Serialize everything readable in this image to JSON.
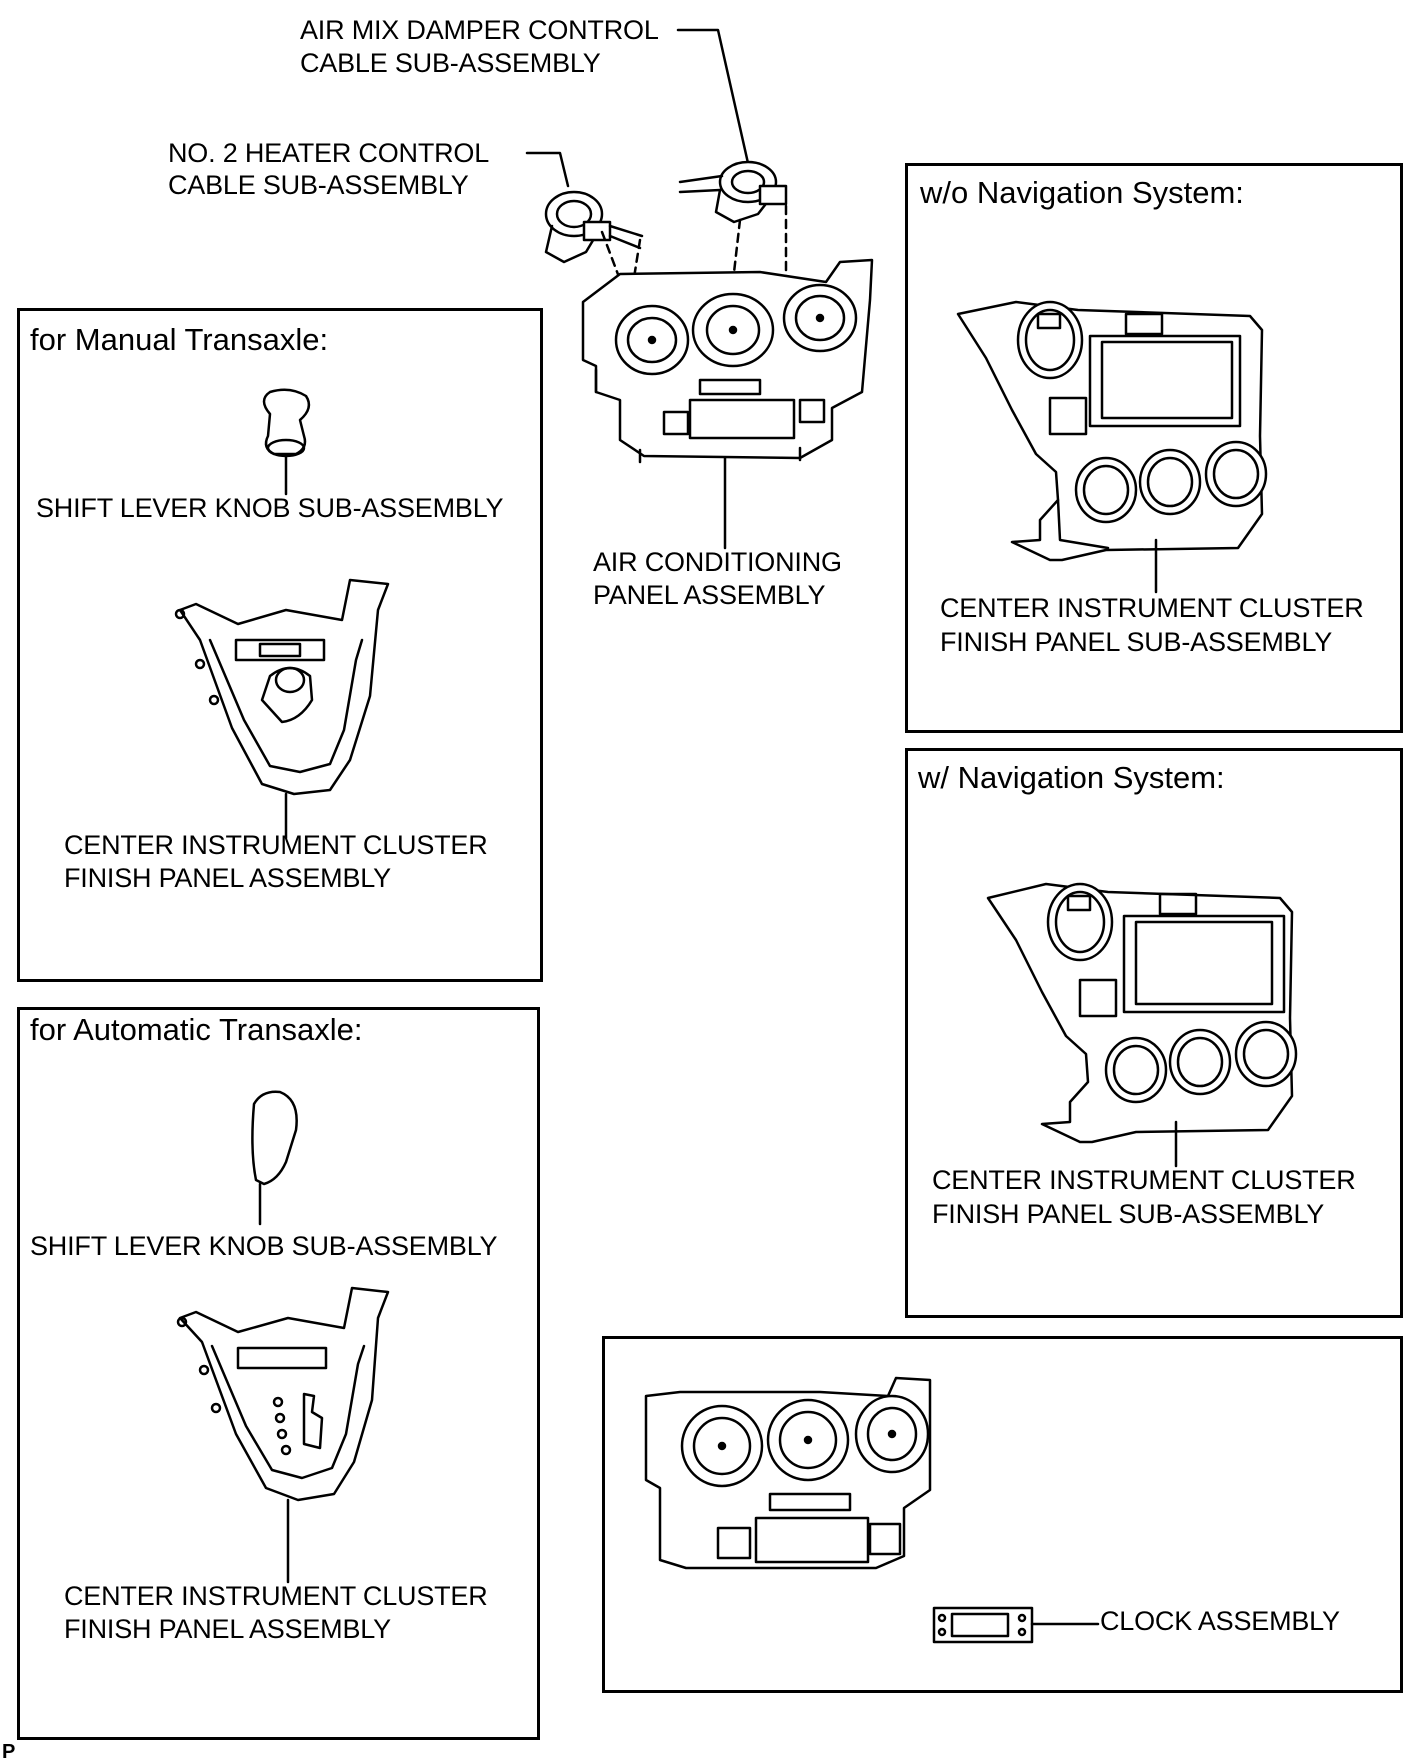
{
  "callouts": {
    "air_mix_line1": "AIR MIX DAMPER CONTROL",
    "air_mix_line2": "CABLE SUB-ASSEMBLY",
    "heater_line1": "NO. 2 HEATER CONTROL",
    "heater_line2": "CABLE SUB-ASSEMBLY",
    "ac_line1": "AIR CONDITIONING",
    "ac_line2": "PANEL ASSEMBLY"
  },
  "manual_box": {
    "title": "for Manual Transaxle:",
    "knob_label": "SHIFT LEVER KNOB SUB-ASSEMBLY",
    "panel_line1": "CENTER INSTRUMENT CLUSTER",
    "panel_line2": "FINISH PANEL ASSEMBLY"
  },
  "automatic_box": {
    "title": "for Automatic Transaxle:",
    "knob_label": "SHIFT LEVER KNOB SUB-ASSEMBLY",
    "panel_line1": "CENTER INSTRUMENT CLUSTER",
    "panel_line2": "FINISH PANEL ASSEMBLY"
  },
  "wo_nav_box": {
    "title": "w/o Navigation System:",
    "panel_line1": "CENTER INSTRUMENT CLUSTER",
    "panel_line2": "FINISH PANEL SUB-ASSEMBLY"
  },
  "w_nav_box": {
    "title": "w/ Navigation System:",
    "panel_line1": "CENTER INSTRUMENT CLUSTER",
    "panel_line2": "FINISH PANEL SUB-ASSEMBLY"
  },
  "clock_box": {
    "clock_label": "CLOCK ASSEMBLY"
  },
  "corner_mark": "P"
}
